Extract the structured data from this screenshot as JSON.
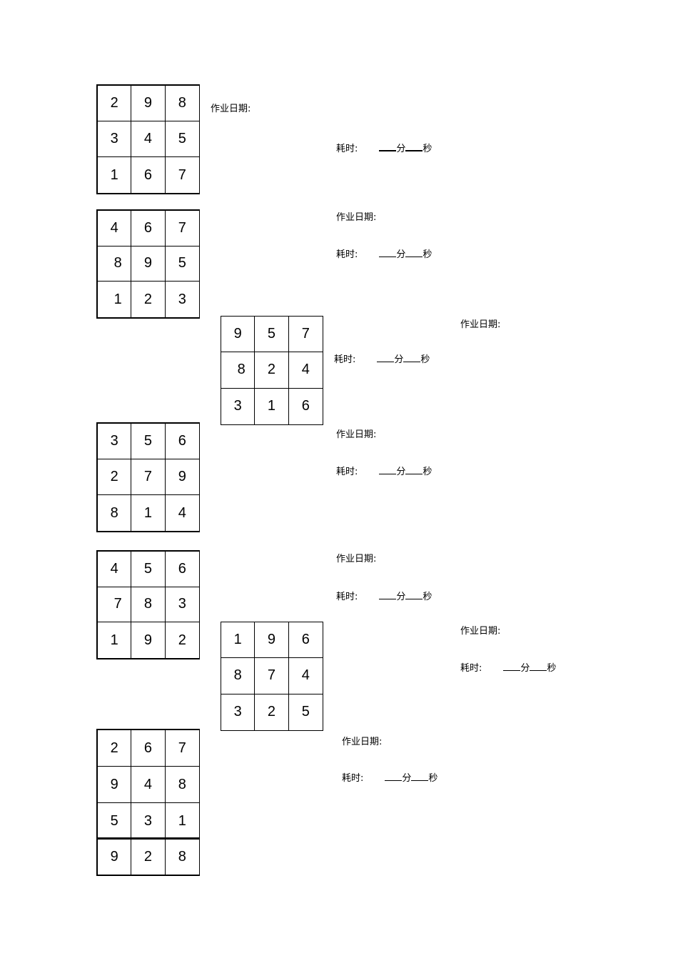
{
  "labels": {
    "date": "作业日期:",
    "time": "耗时:",
    "minute": "分",
    "second": "秒"
  },
  "grids": [
    {
      "id": "g1",
      "rows": [
        [
          "2",
          "9",
          "8"
        ],
        [
          "3",
          "4",
          "5"
        ],
        [
          "1",
          "6",
          "7"
        ]
      ]
    },
    {
      "id": "g2",
      "rows": [
        [
          "4",
          "6",
          "7"
        ],
        [
          "8",
          "9",
          "5"
        ],
        [
          "1",
          "2",
          "3"
        ]
      ]
    },
    {
      "id": "g3",
      "rows": [
        [
          "9",
          "5",
          "7"
        ],
        [
          "8",
          "2",
          "4"
        ],
        [
          "3",
          "1",
          "6"
        ]
      ]
    },
    {
      "id": "g4",
      "rows": [
        [
          "3",
          "5",
          "6"
        ],
        [
          "2",
          "7",
          "9"
        ],
        [
          "8",
          "1",
          "4"
        ]
      ]
    },
    {
      "id": "g5",
      "rows": [
        [
          "4",
          "5",
          "6"
        ],
        [
          "7",
          "8",
          "3"
        ],
        [
          "1",
          "9",
          "2"
        ]
      ]
    },
    {
      "id": "g6",
      "rows": [
        [
          "1",
          "9",
          "6"
        ],
        [
          "8",
          "7",
          "4"
        ],
        [
          "3",
          "2",
          "5"
        ]
      ]
    },
    {
      "id": "g7",
      "rows": [
        [
          "2",
          "6",
          "7"
        ],
        [
          "9",
          "4",
          "8"
        ],
        [
          "5",
          "3",
          "1"
        ],
        [
          "9",
          "2",
          "8"
        ]
      ]
    }
  ]
}
